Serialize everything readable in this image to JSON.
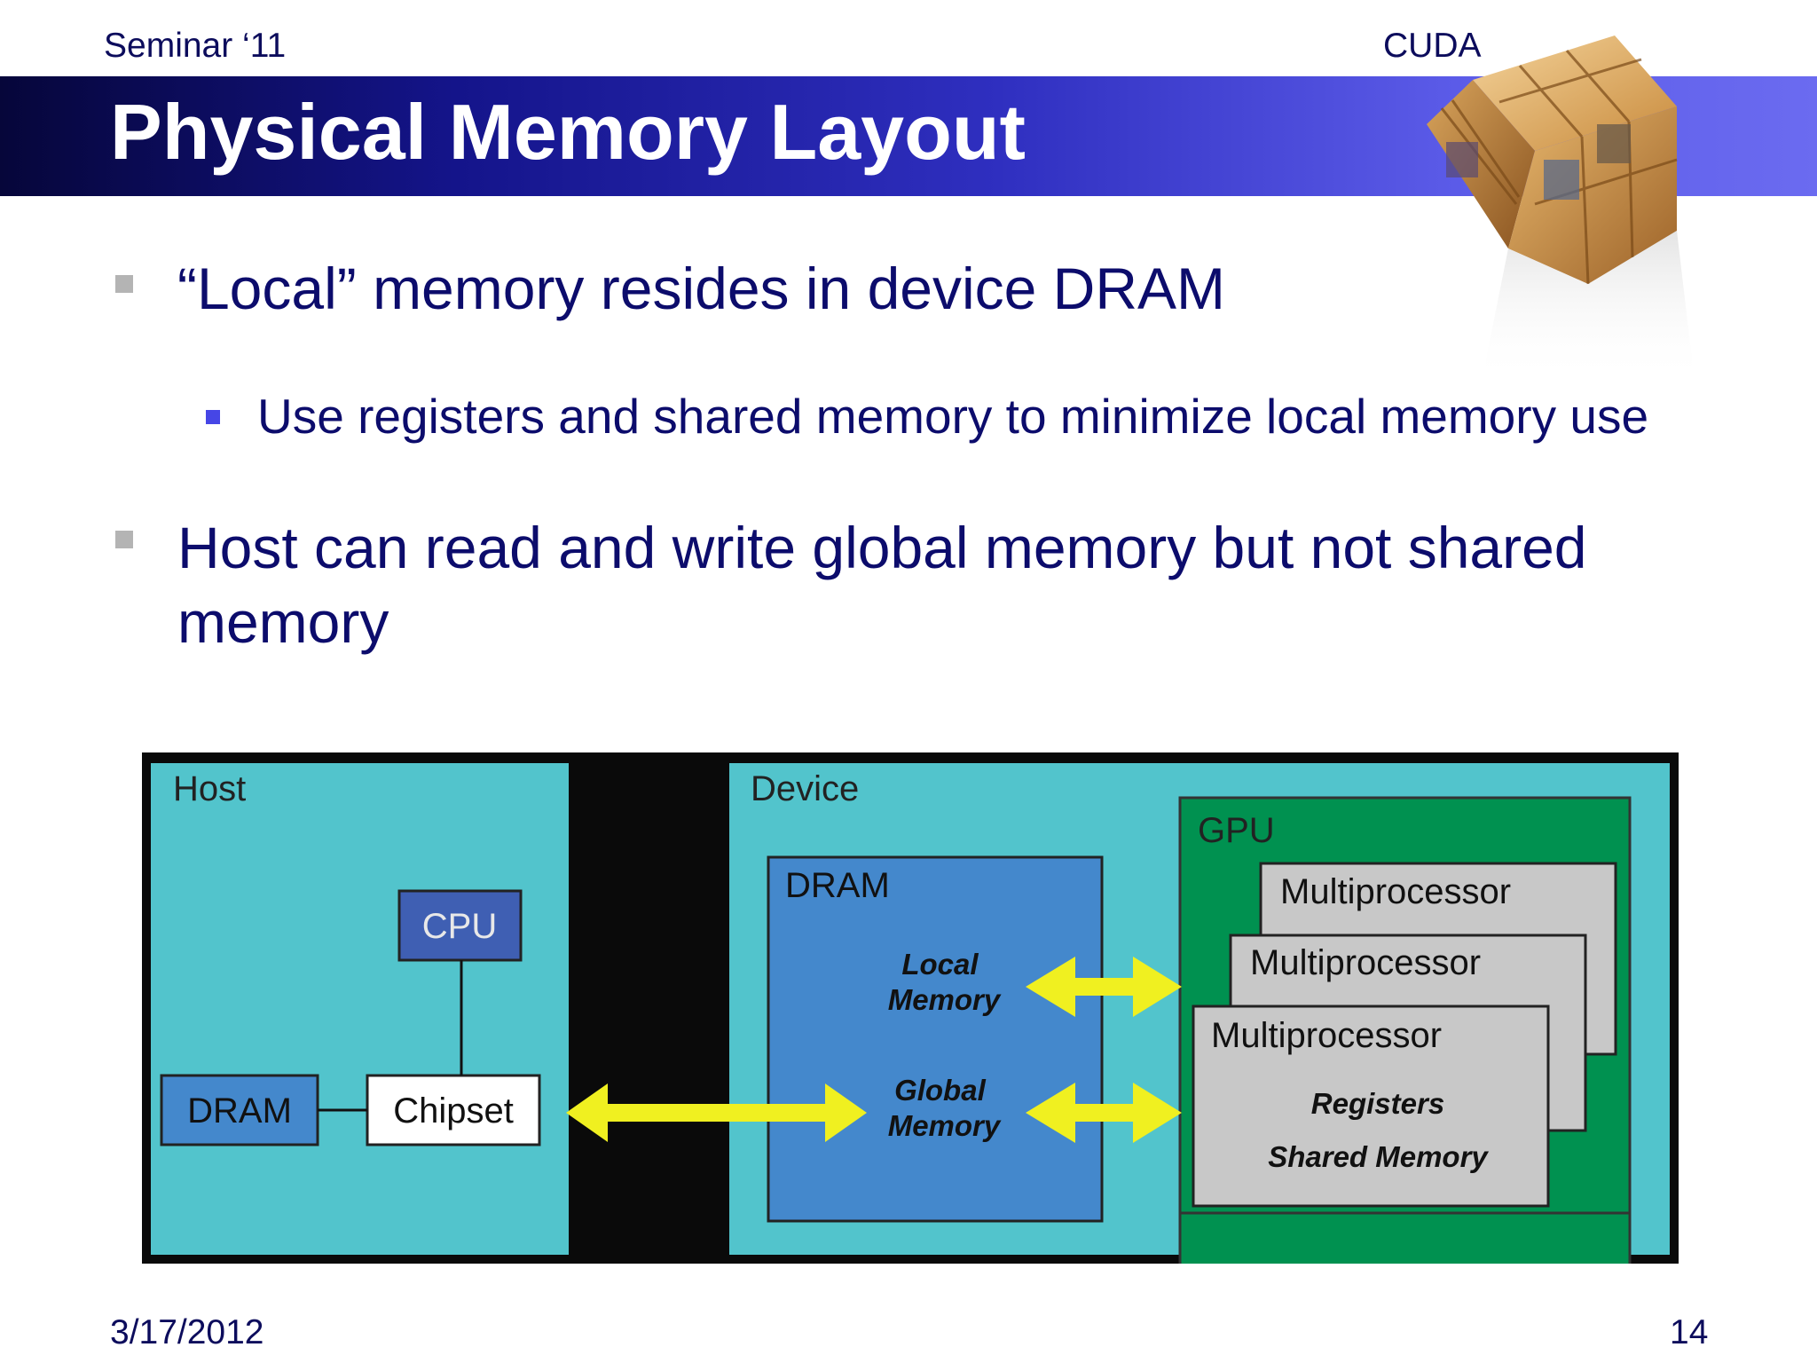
{
  "header": {
    "left": "Seminar ‘11",
    "right": "CUDA"
  },
  "title": "Physical Memory Layout",
  "bullets": {
    "b1": "“Local” memory resides in device DRAM",
    "b1_sub": "Use registers and shared memory to minimize local memory use",
    "b2": "Host can read and write global memory but not shared memory"
  },
  "diagram": {
    "host_label": "Host",
    "cpu_label": "CPU",
    "host_dram_label": "DRAM",
    "chipset_label": "Chipset",
    "device_label": "Device",
    "device_dram_label": "DRAM",
    "local_memory": [
      "Local",
      "Memory"
    ],
    "global_memory": [
      "Global",
      "Memory"
    ],
    "gpu_label": "GPU",
    "multiprocessor_label": "Multiprocessor",
    "registers_label": "Registers",
    "shared_memory_label": "Shared Memory",
    "colors": {
      "frame": "#0a0a0a",
      "panel": "#52c4cc",
      "dram_blue": "#4488cc",
      "cpu_blue": "#3f5fb3",
      "gpu_green": "#009150",
      "mp_gray": "#c8c8c8",
      "arrow_yellow": "#f0f020"
    }
  },
  "footer": {
    "date": "3/17/2012",
    "page": "14"
  }
}
